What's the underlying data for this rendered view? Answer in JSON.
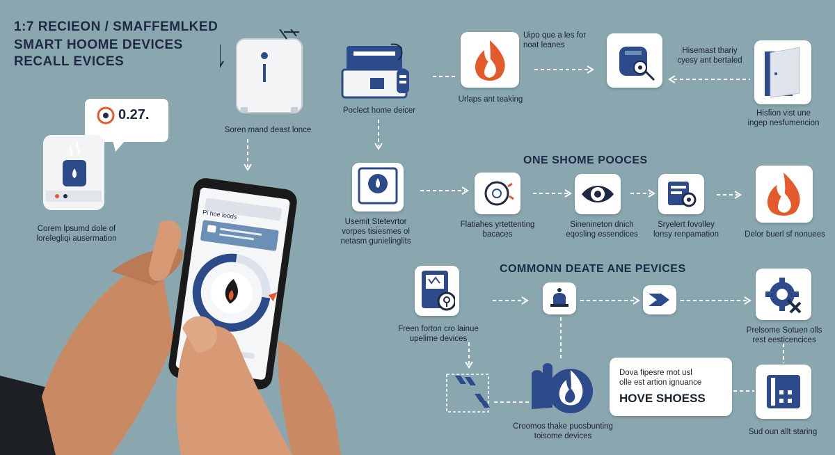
{
  "title": {
    "line1": "1:7 RECIEON / SMAFFEMLKED",
    "line2": "SMART HOOME DEVICES",
    "line3": "RECALL EVICES"
  },
  "speech_bubble": {
    "value": "0.27."
  },
  "left_captions": {
    "device_top": "Soren mand deast lonce",
    "heater": "Corem lpsumd dole of\nlorelegliqi ausermation"
  },
  "phone": {
    "header": "Pi hoe loods"
  },
  "row1": {
    "node1_caption": "Poclect home deicer",
    "node2_top": "Uipo que a les for\nnoat leanes",
    "node2_caption": "Urlaps ant teaking",
    "node3_top": "Hisemast thariy\ncyesy ant bertaled",
    "node4_caption": "Hisfion vist une\ningep nesfumencion"
  },
  "section2": {
    "heading": "ONE SHOME POOCES",
    "cap1": "Usemit Stetevrtor\nvorpes tisiesmes ol\nnetasm gunielinglits",
    "cap2": "Flatiahes yrtettenting\nbacaces",
    "cap3": "Sinenineton dnich\neqosling essendices",
    "cap4": "Sryelert fovolley\nlonsy renpamation",
    "cap5": "Delor buerl sf nonuees"
  },
  "section3": {
    "heading": "COMMONN DEATE ANE PEVICES",
    "cap1": "Freen forton cro lainue\nupelime devices",
    "cap4": "Prelsome Sotuen olls\nrest eesticencices",
    "callout_small": "Dova fipesre mot usl\nolle est artion ignuance",
    "callout_big": "HOVE SHOESS",
    "cap_bottom_mid": "Croomos thake puosbunting\ntoisome devices",
    "cap_bottom_right": "Sud oun allt staring"
  },
  "colors": {
    "background": "#8aa7b0",
    "navy": "#2d4a8a",
    "flame": "#e35a2b",
    "card": "#ffffff"
  },
  "icons": [
    "door-lock-icon",
    "flame-icon",
    "printer-icon",
    "toaster-gear-icon",
    "door-icon",
    "thermostat-icon",
    "dial-icon",
    "eye-icon",
    "tablet-gear-icon",
    "fire-icon",
    "meter-icon",
    "bell-icon",
    "arrow-icon",
    "gear-wrench-icon",
    "burn-hand-icon",
    "hazard-pattern-icon",
    "radiator-icon",
    "phone-icon",
    "hand-icon"
  ]
}
